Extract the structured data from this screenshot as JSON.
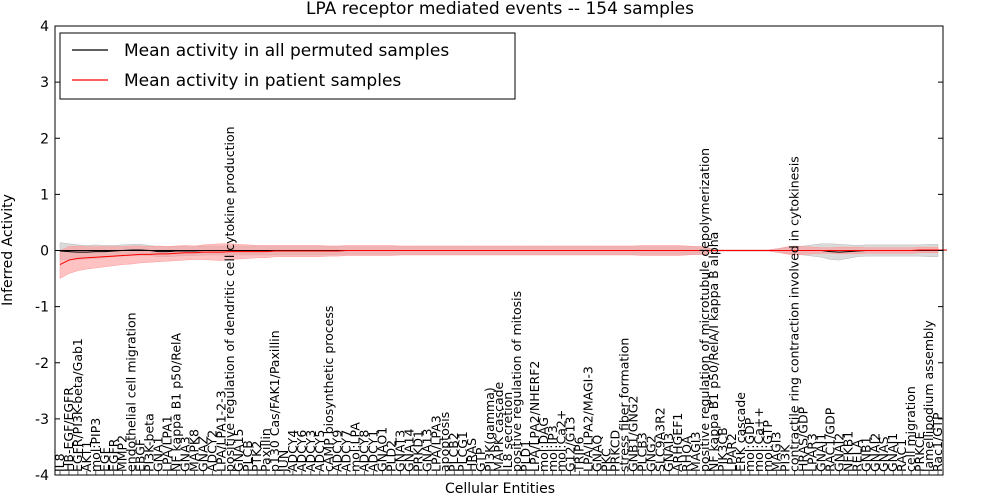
{
  "chart_data": {
    "type": "line",
    "title": "LPA receptor mediated events -- 154 samples",
    "xlabel": "Cellular Entities",
    "ylabel": "Inferred Activity",
    "ylim": [
      -4,
      4
    ],
    "yticks": [
      -4,
      -3,
      -2,
      -1,
      0,
      1,
      2,
      3,
      4
    ],
    "grid": false,
    "legend_position": "top-left",
    "categories": [
      "IL8",
      "HB-EGF/EGFR",
      "EGFR/PI3K-beta/Gab1",
      "AKT1",
      "mol:PIP3",
      "EGF",
      "EGFR",
      "MMP2",
      "endothelial cell migration",
      "EBGF",
      "PI3K-beta",
      "GNA1",
      "LPA/LPA1",
      "NF kappa B1 p50/RelA",
      "GNA3",
      "MAPK8",
      "GNAZ",
      "ADCY2",
      "LPA/LPA1-2-3",
      "positive regulation of dendritic cell cytokine production",
      "GNA15",
      "PLCB",
      "PTK2",
      "Paxillin",
      "p130 Cas/FAK1/Paxillin",
      "JUN",
      "ADCY4",
      "ADCY6",
      "ADCY3",
      "ADCY5",
      "cAMP biosynthetic process",
      "ADCY9",
      "ADCY7",
      "mol:LPA",
      "ADCY8",
      "ADCY1",
      "GNAO1",
      "PLD2",
      "GNAT3",
      "GNA14",
      "PRKD1",
      "GNA13",
      "LPA/LPA3",
      "apoptosis",
      "PLCB2",
      "PLCG1",
      "HRAS",
      "GTP",
      "PI3K(gamma)",
      "MAPK cascade",
      "IL8 secretion",
      "positive regulation of mitosis",
      "PLD1",
      "LPA/LPA2/NHERF2",
      "mol:DAG",
      "mol:IP3",
      "mol:Ca2+",
      "G12/G13",
      "TRIP6",
      "LPA/LPA2/MAGI-3",
      "GNAQ",
      "PKC",
      "PRKCD",
      "stress fiber formation",
      "GNB1/GNG2",
      "PLCB3",
      "GNG2",
      "SLC9A3R2",
      "GNAI3",
      "ARHGEF1",
      "RHOA",
      "MAGI3",
      "positive regulation of microtubule depolymerization",
      "NF kappa B1 p50/RelA/I kappa B alpha",
      "PIK3CB",
      "LPAR2",
      "ERK cascade",
      "mol:GDP",
      "mol:Ca++",
      "mol:GTP",
      "MAGI3",
      "PI3K",
      "contractile ring contraction involved in cytokinesis",
      "HRAS/GDP",
      "LPAR3",
      "GNAI1",
      "RAC1/GDP",
      "GNAI2",
      "NFKB1",
      "RELA",
      "GNB1",
      "GNAI2",
      "GNAS",
      "GNAI1",
      "RAC1",
      "cell migration",
      "PRKCE",
      "lamellipodium assembly",
      "Rac1/GTP"
    ],
    "series": [
      {
        "name": "Mean activity in all permuted samples",
        "color": "#000000",
        "band_color": "#bbbbbb",
        "mean": [
          -0.01,
          -0.02,
          -0.03,
          -0.03,
          -0.02,
          -0.02,
          -0.01,
          0.0,
          0.01,
          0.01,
          0.0,
          -0.02,
          -0.02,
          -0.01,
          -0.01,
          -0.01,
          0.0,
          0.0,
          0.0,
          0.0,
          0.0,
          0.0,
          0.0,
          0.0,
          0.0,
          0.0,
          0.0,
          0.0,
          0.0,
          0.0,
          0.0,
          0.0,
          0.0,
          0.0,
          0.0,
          0.0,
          0.0,
          0.0,
          0.0,
          0.0,
          0.0,
          0.0,
          0.0,
          0.0,
          0.0,
          0.0,
          0.0,
          0.0,
          0.0,
          0.0,
          0.0,
          0.0,
          0.0,
          0.0,
          0.0,
          0.0,
          0.0,
          0.0,
          0.0,
          0.0,
          0.0,
          0.0,
          0.0,
          0.0,
          0.0,
          0.0,
          0.0,
          0.0,
          0.0,
          0.0,
          0.0,
          0.0,
          0.0,
          0.0,
          0.0,
          0.0,
          0.0,
          0.0,
          0.0,
          0.0,
          0.0,
          0.0,
          0.0,
          0.0,
          0.0,
          0.0,
          -0.02,
          -0.03,
          -0.02,
          -0.01,
          0.0,
          0.0,
          0.0,
          0.0,
          0.0,
          0.0,
          0.0,
          0.0,
          0.0,
          0.01
        ],
        "band": [
          0.15,
          0.14,
          0.13,
          0.12,
          0.12,
          0.11,
          0.1,
          0.1,
          0.1,
          0.1,
          0.09,
          0.09,
          0.09,
          0.09,
          0.08,
          0.08,
          0.08,
          0.08,
          0.08,
          0.08,
          0.08,
          0.08,
          0.08,
          0.08,
          0.08,
          0.08,
          0.08,
          0.08,
          0.08,
          0.08,
          0.08,
          0.07,
          0.07,
          0.07,
          0.07,
          0.07,
          0.07,
          0.07,
          0.07,
          0.07,
          0.07,
          0.07,
          0.07,
          0.07,
          0.07,
          0.07,
          0.07,
          0.07,
          0.07,
          0.07,
          0.07,
          0.07,
          0.07,
          0.07,
          0.07,
          0.07,
          0.07,
          0.07,
          0.07,
          0.07,
          0.07,
          0.07,
          0.07,
          0.07,
          0.07,
          0.07,
          0.07,
          0.07,
          0.07,
          0.07,
          0.07,
          0.07,
          0.07,
          0.02,
          0.01,
          0.01,
          0.01,
          0.01,
          0.01,
          0.01,
          0.03,
          0.05,
          0.07,
          0.08,
          0.1,
          0.12,
          0.14,
          0.14,
          0.12,
          0.1,
          0.1,
          0.1,
          0.1,
          0.1,
          0.1,
          0.1,
          0.1,
          0.11,
          0.11,
          0.11
        ]
      },
      {
        "name": "Mean activity in patient samples",
        "color": "#ff0000",
        "band_color": "#ff9999",
        "mean": [
          -0.25,
          -0.17,
          -0.14,
          -0.13,
          -0.12,
          -0.11,
          -0.1,
          -0.09,
          -0.08,
          -0.07,
          -0.07,
          -0.06,
          -0.06,
          -0.05,
          -0.04,
          -0.04,
          -0.03,
          -0.03,
          -0.03,
          -0.02,
          -0.02,
          -0.02,
          -0.02,
          -0.02,
          -0.01,
          -0.01,
          -0.01,
          -0.01,
          -0.01,
          -0.01,
          -0.01,
          -0.01,
          0.0,
          0.0,
          0.0,
          0.0,
          0.0,
          0.0,
          0.0,
          0.0,
          0.0,
          0.0,
          0.0,
          0.0,
          0.0,
          0.0,
          0.0,
          0.0,
          0.0,
          0.0,
          0.0,
          0.0,
          0.0,
          0.0,
          0.0,
          0.0,
          0.0,
          0.0,
          0.0,
          0.0,
          0.0,
          0.0,
          0.0,
          0.0,
          0.0,
          0.0,
          0.0,
          0.0,
          0.0,
          0.0,
          0.0,
          0.0,
          0.0,
          0.0,
          0.0,
          0.0,
          0.0,
          0.0,
          0.0,
          0.0,
          0.0,
          0.0,
          0.0,
          0.0,
          0.0,
          0.0,
          0.0,
          0.0,
          0.0,
          0.0,
          0.0,
          0.0,
          0.0,
          0.0,
          0.0,
          0.0,
          0.01,
          0.01,
          0.01,
          0.01
        ],
        "band": [
          0.25,
          0.24,
          0.22,
          0.2,
          0.19,
          0.18,
          0.17,
          0.16,
          0.16,
          0.15,
          0.14,
          0.14,
          0.13,
          0.13,
          0.13,
          0.12,
          0.13,
          0.14,
          0.15,
          0.14,
          0.13,
          0.12,
          0.11,
          0.11,
          0.1,
          0.1,
          0.1,
          0.1,
          0.1,
          0.1,
          0.09,
          0.09,
          0.09,
          0.09,
          0.09,
          0.09,
          0.09,
          0.09,
          0.08,
          0.08,
          0.08,
          0.08,
          0.08,
          0.08,
          0.08,
          0.08,
          0.08,
          0.08,
          0.08,
          0.08,
          0.08,
          0.08,
          0.08,
          0.08,
          0.08,
          0.08,
          0.08,
          0.08,
          0.08,
          0.08,
          0.08,
          0.08,
          0.08,
          0.08,
          0.08,
          0.09,
          0.09,
          0.09,
          0.09,
          0.09,
          0.08,
          0.07,
          0.07,
          0.01,
          0.01,
          0.01,
          0.01,
          0.01,
          0.01,
          0.01,
          0.03,
          0.06,
          0.08,
          0.07,
          0.06,
          0.05,
          0.05,
          0.06,
          0.06,
          0.06,
          0.05,
          0.05,
          0.05,
          0.05,
          0.05,
          0.05,
          0.05,
          0.05,
          0.05,
          0.05
        ]
      }
    ]
  }
}
